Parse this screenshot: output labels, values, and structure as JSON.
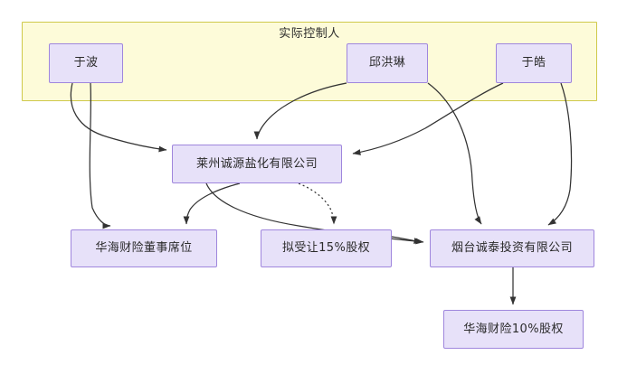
{
  "diagram": {
    "title_group": {
      "label": "实际控制人",
      "fill": "#fdfbd9",
      "stroke": "#cfc94a"
    },
    "node_style": {
      "fill": "#e7e1f9",
      "stroke": "#9f86dd",
      "text_color": "#2b2b2b"
    },
    "edge_color": "#333333",
    "nodes": [
      {
        "id": "yubo",
        "label": "于波"
      },
      {
        "id": "qiuhonglin",
        "label": "邱洪琳"
      },
      {
        "id": "yuhao",
        "label": "于皓"
      },
      {
        "id": "laizhou",
        "label": "莱州诚源盐化有限公司"
      },
      {
        "id": "huahai_seat",
        "label": "华海财险董事席位"
      },
      {
        "id": "transfer15",
        "label": "拟受让15%股权"
      },
      {
        "id": "yantai",
        "label": "烟台诚泰投资有限公司"
      },
      {
        "id": "huahai10",
        "label": "华海财险10%股权"
      }
    ],
    "edges": [
      {
        "from": "yubo",
        "to": "laizhou",
        "style": "solid"
      },
      {
        "from": "yubo",
        "to": "huahai_seat",
        "style": "solid"
      },
      {
        "from": "qiuhonglin",
        "to": "laizhou",
        "style": "solid"
      },
      {
        "from": "qiuhonglin",
        "to": "yantai",
        "style": "solid"
      },
      {
        "from": "yuhao",
        "to": "laizhou",
        "style": "solid"
      },
      {
        "from": "yuhao",
        "to": "yantai",
        "style": "solid"
      },
      {
        "from": "laizhou",
        "to": "huahai_seat",
        "style": "solid"
      },
      {
        "from": "laizhou",
        "to": "yantai",
        "style": "solid"
      },
      {
        "from": "laizhou",
        "to": "transfer15",
        "style": "dotted"
      },
      {
        "from": "transfer15",
        "to": "yantai",
        "style": "solid"
      },
      {
        "from": "yantai",
        "to": "huahai10",
        "style": "solid"
      }
    ]
  }
}
